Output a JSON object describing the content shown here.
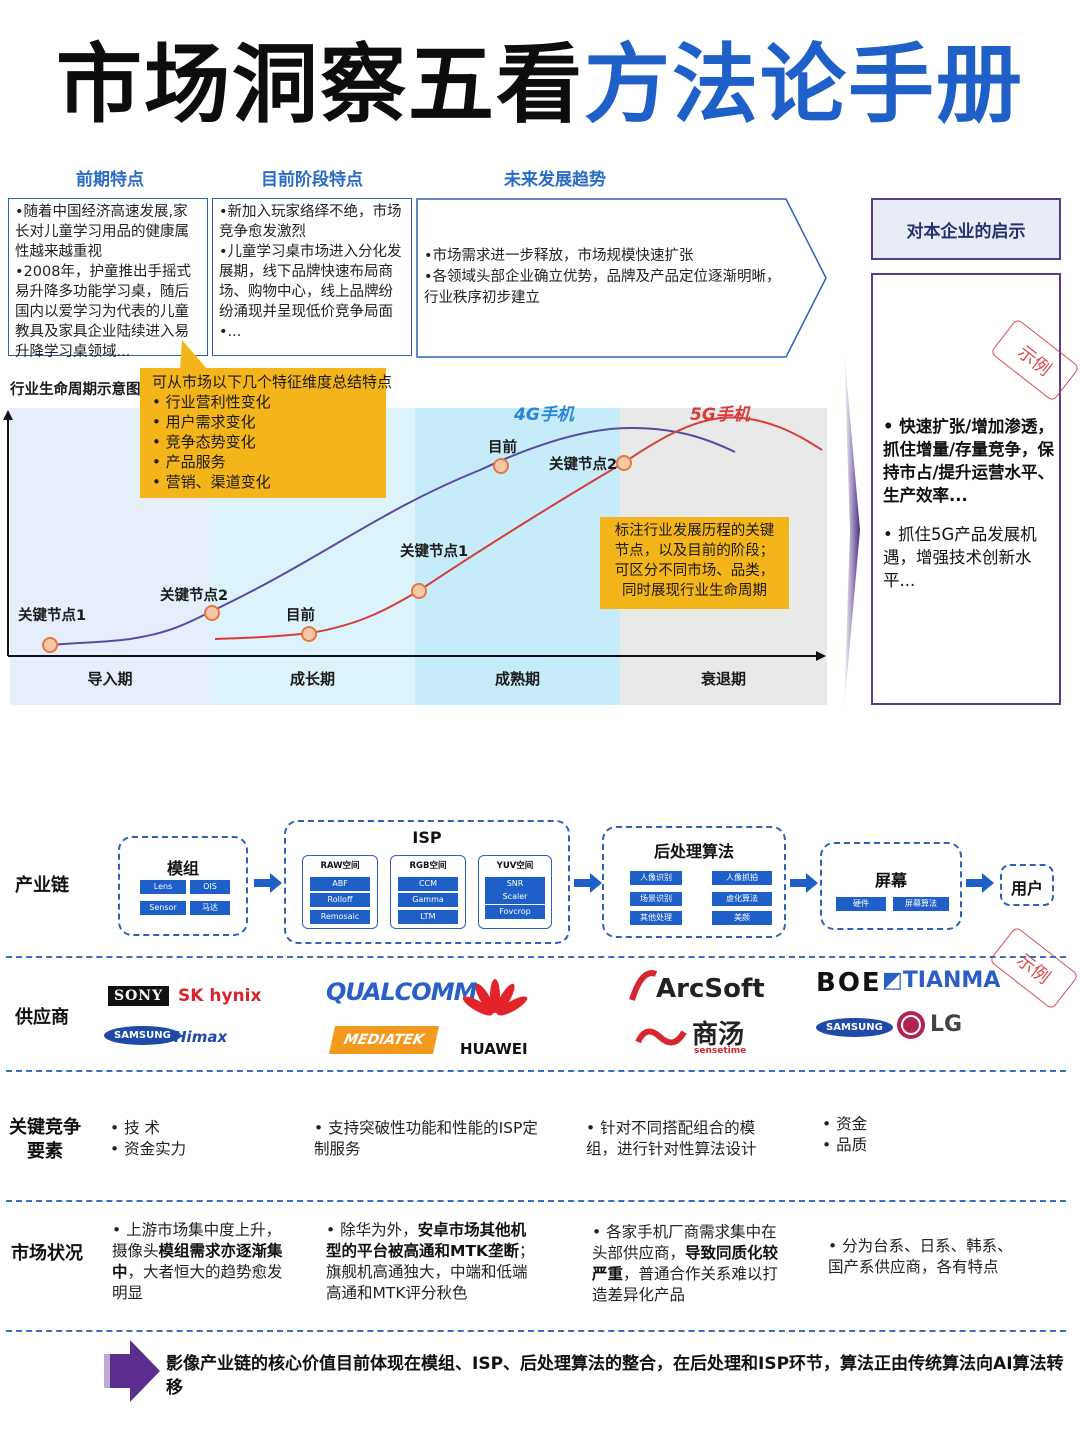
{
  "title": {
    "part1": "市场洞察五看",
    "part2": "方法论手册"
  },
  "lifecycle": {
    "phase_heads": [
      "前期特点",
      "目前阶段特点",
      "未来发展趋势"
    ],
    "early_text": [
      "•随着中国经济高速发展,家长对儿童学习用品的健康属性越来越重视",
      "•2008年，护童推出手摇式易升降多功能学习桌，随后国内以爱学习为代表的儿童教具及家具企业陆续进入易升降学习桌领域..."
    ],
    "current_text": [
      "•新加入玩家络绎不绝，市场竞争愈发激烈",
      "•儿童学习桌市场进入分化发展期，线下品牌快速布局商场、购物中心，线上品牌纷 纷涌现并呈现低价竞争局面",
      "•..."
    ],
    "future_text": [
      "•市场需求进一步释放，市场规模快速扩张",
      "•各领域头部企业确立优势，品牌及产品定位逐渐明晰，行业秩序初步建立"
    ],
    "diagram_label": "行业生命周期示意图",
    "yellow_note_title": "可从市场以下几个特征维度总结特点",
    "yellow_note_items": [
      "行业营利性变化",
      "用户需求变化",
      "竞争态势变化",
      "产品服务",
      "营销、渠道变化"
    ],
    "yellow_note2": "标注行业发展历程的关键节点，以及目前的阶段；可区分不同市场、品类，同时展现行业生命周期",
    "curve_4g": "4G手机",
    "curve_5g": "5G手机",
    "points": {
      "p_4g_node1": "关键节点1",
      "p_4g_node2": "关键节点2",
      "p_4g_now": "目前",
      "p_5g_now": "目前",
      "p_5g_node1": "关键节点1",
      "p_5g_node2": "关键节点2"
    },
    "bands": [
      "导入期",
      "成长期",
      "成熟期",
      "衰退期"
    ],
    "insight_head": "对本企业的启示",
    "insight_1": "快速扩张/增加渗透，抓住增量/存量竞争，保持市占/提升运营水平、生产效率...",
    "insight_2": "抓住5G产品发展机遇，增强技术创新水平...",
    "stamp": "示例"
  },
  "chain": {
    "labels": {
      "industry_chain": "产业链",
      "supplier": "供应商",
      "key_factor": "关键竞争要素",
      "market": "市场状况"
    },
    "module": {
      "title": "模组",
      "chips": [
        "Lens",
        "OIS",
        "Sensor",
        "马达"
      ]
    },
    "isp": {
      "title": "ISP",
      "subs": [
        {
          "title": "RAW空间",
          "chips": [
            "ABF",
            "Rolloff",
            "Remosaic"
          ]
        },
        {
          "title": "RGB空间",
          "chips": [
            "CCM",
            "Gamma",
            "LTM"
          ]
        },
        {
          "title": "YUV空间",
          "chips": [
            "SNR",
            "Scaler",
            "Fovcrop"
          ]
        }
      ]
    },
    "post": {
      "title": "后处理算法",
      "chips": [
        "人像识别",
        "人像抓拍",
        "场景识别",
        "虚化算法",
        "其他处理",
        "美颜"
      ]
    },
    "screen": {
      "title": "屏幕",
      "chips": [
        "硬件",
        "屏幕算法"
      ]
    },
    "user": "用户",
    "stamp": "示例",
    "logos": {
      "sony": "SONY",
      "skhynix": "SK hynix",
      "samsung1": "SAMSUNG",
      "himax": "Himax",
      "qualcomm": "QUALCOMM",
      "mediatek": "MEDIATEK",
      "huawei": "HUAWEI",
      "arcsoft": "ArcSoft",
      "sensetime": "商汤",
      "sensetime_sub": "sensetime",
      "boe": "BOE",
      "tianma": "TIANMA",
      "samsung2": "SAMSUNG",
      "lg": "LG"
    },
    "factors": {
      "module": [
        "• 技 术",
        "• 资金实力"
      ],
      "isp": [
        "• 支持突破性功能和性能的ISP定制服务"
      ],
      "post": [
        "• 针对不同搭配组合的模组，进行针对性算法设计"
      ],
      "screen": [
        "• 资金",
        "• 品质"
      ]
    },
    "market": {
      "module": {
        "a": "• 上游市场集中度上升，摄像头",
        "b": "模组需求亦逐渐集中",
        "c": "，大者恒大的趋势愈发明显"
      },
      "isp": {
        "a": "• 除华为外，",
        "b": "安卓市场其他机型的平台被高通和MTK垄断",
        "c": "；旗舰机高通独大，中端和低端高通和MTK评分秋色"
      },
      "post": {
        "a": "• 各家手机厂商需求集中在头部供应商，",
        "b": "导致同质化较严重",
        "c": "，普通合作关系难以打造差异化产品"
      },
      "screen": {
        "a": "• 分为台系、日系、韩系、国产系供应商，各有特点"
      }
    },
    "conclusion": "影像产业链的核心价值目前体现在模组、ISP、后处理算法的整合，在后处理和ISP环节，算法正由传统算法向AI算法转移"
  },
  "colors": {
    "blue": "#1f5fc8",
    "yellow": "#f4b51a",
    "purple": "#5b3b8e",
    "red": "#d9383a",
    "curve_4g": "#5a4a9e",
    "curve_5g": "#d63d3d"
  }
}
